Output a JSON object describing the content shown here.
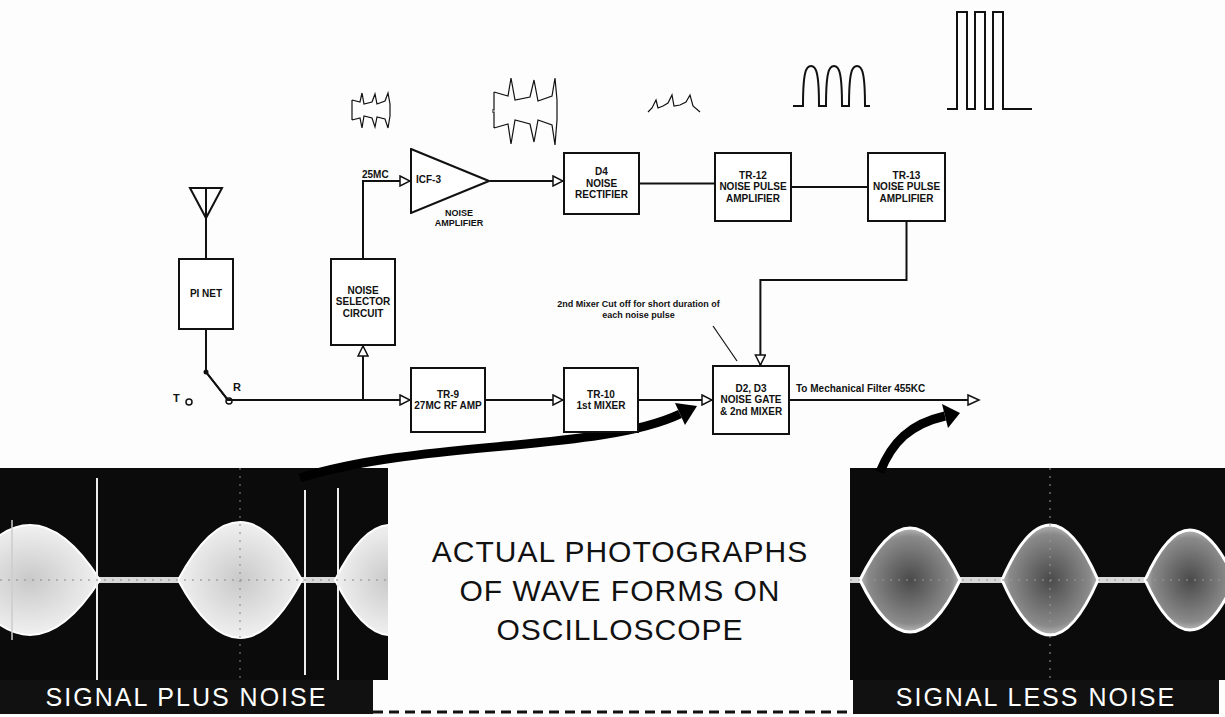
{
  "diagram": {
    "nodes": [
      {
        "text": [
          "PI NET"
        ]
      },
      {
        "text": [
          "NOISE SELECTOR CIRCUIT"
        ]
      },
      {
        "text": [
          "ICF-3",
          "NOISE AMPLIFIER"
        ]
      },
      {
        "text": [
          "D4",
          "NOISE RECTIFIER"
        ]
      },
      {
        "text": [
          "TR-12",
          "NOISE PULSE AMPLIFIER"
        ]
      },
      {
        "text": [
          "TR-13",
          "NOISE PULSE AMPLIFIER"
        ]
      },
      {
        "text": [
          "TR-9",
          "27MC RF AMP"
        ]
      },
      {
        "text": [
          "TR-10",
          "1st MIXER"
        ]
      },
      {
        "text": [
          "D2, D3",
          "NOISE GATE & 2nd MIXER"
        ]
      }
    ],
    "edges": [
      {
        "from": 0,
        "to": 1,
        "arrow": "to"
      },
      {
        "from": 0,
        "to": 6,
        "arrow": "to"
      },
      {
        "from": 1,
        "to": 2,
        "arrow": "to"
      },
      {
        "from": 2,
        "to": 3,
        "arrow": "to"
      },
      {
        "from": 3,
        "to": 4,
        "arrow": "none"
      },
      {
        "from": 4,
        "to": 5,
        "arrow": "none"
      },
      {
        "from": 5,
        "to": 8,
        "arrow": "to"
      },
      {
        "from": 6,
        "to": 7,
        "arrow": "to"
      },
      {
        "from": 7,
        "to": 8,
        "arrow": "to"
      }
    ],
    "labels": [
      "25MC",
      "T",
      "R",
      "2nd Mixer Cut off for short duration of each noise pulse",
      "To Mechanical Filter 455KC",
      "ACTUAL PHOTOGRAPHS OF WAVE FORMS ON OSCILLOSCOPE",
      "SIGNAL PLUS NOISE",
      "SIGNAL LESS NOISE"
    ]
  }
}
